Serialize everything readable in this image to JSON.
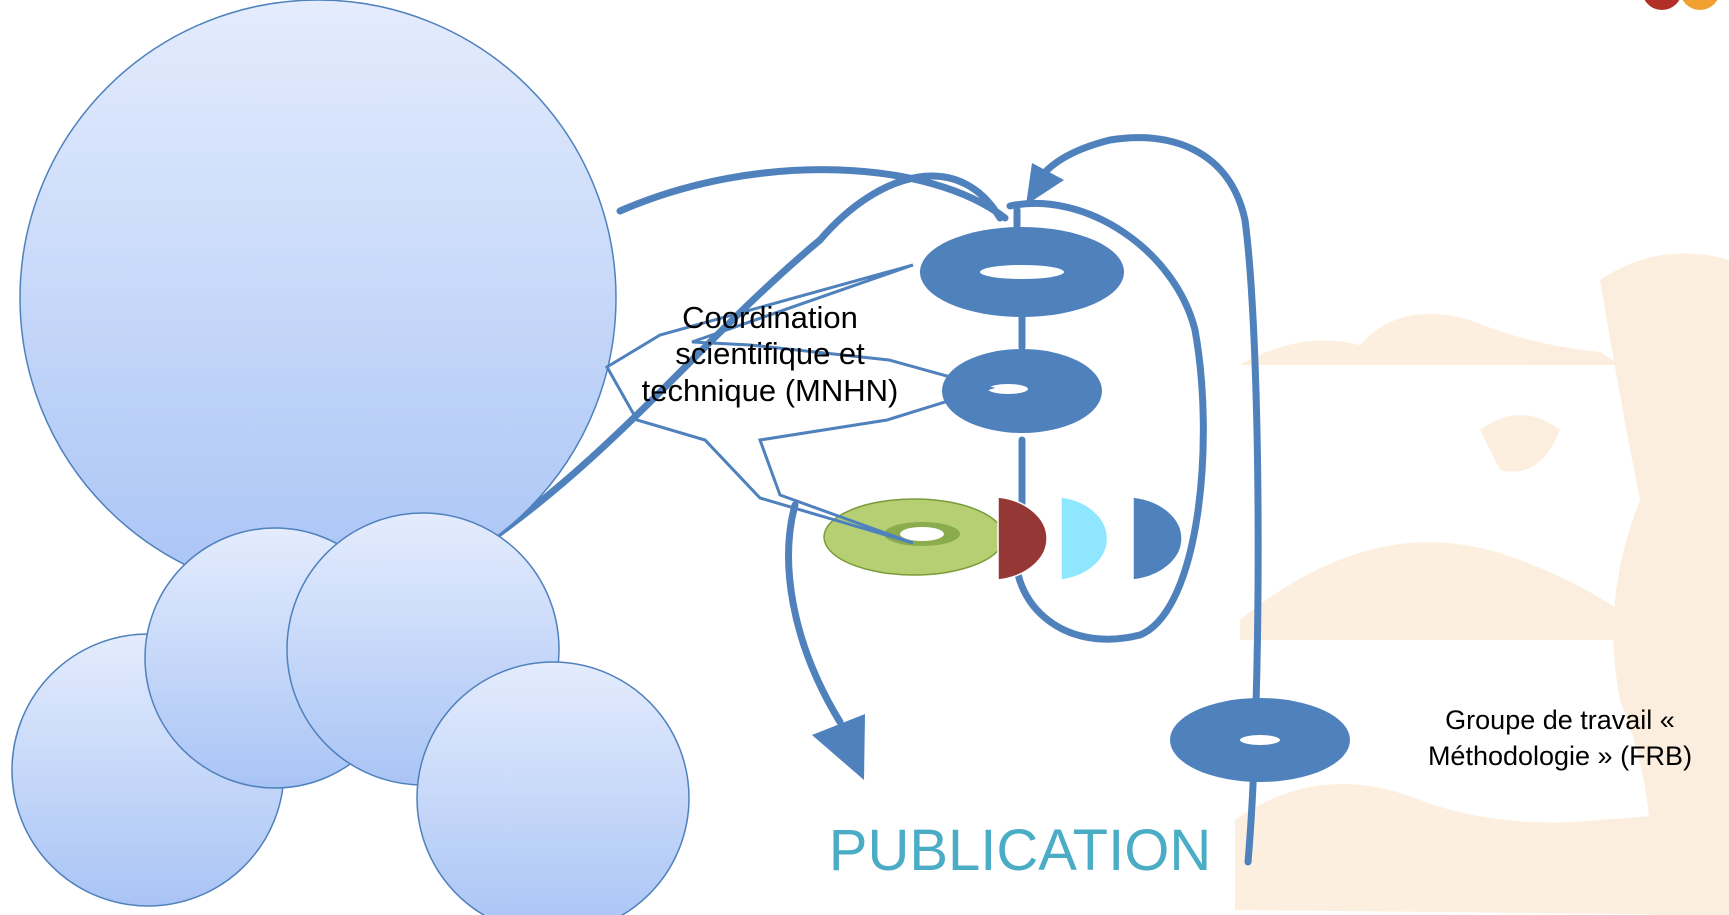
{
  "labels": {
    "coordination": "Coordination scientifique et technique (MNHN)",
    "groupe": "Groupe de travail « Méthodologie » (FRB)",
    "publication": "PUBLICATION"
  },
  "colors": {
    "arrow_blue": "#4f81bd",
    "donut_blue": "#4f81bd",
    "donut_green": "#9bbb59",
    "pie_red": "#953735",
    "pie_cyan": "#8ee7ff",
    "bubble_fill": "#dbe6fb",
    "bubble_stroke": "#4f81bd",
    "publication_text": "#4bacc6",
    "background_decor": "#fcecd9"
  }
}
